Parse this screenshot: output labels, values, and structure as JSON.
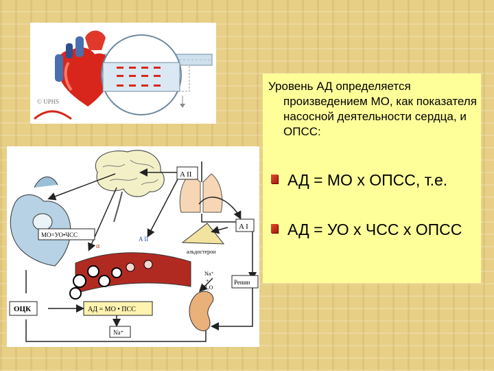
{
  "heart_panel": {
    "copyright": "© UPHS"
  },
  "text_panel": {
    "intro": "Уровень АД определяется произведением МО, как показателя насосной деятельности сердца, и ОПСС:",
    "formula1": "АД = МО х ОПСС, т.е.",
    "formula2": "АД = УО х ЧСС х ОПСС"
  },
  "diagram": {
    "a2": "A II",
    "a1": "A I",
    "mo_formula": "МО=УО•ЧСС",
    "a2_small": "A II",
    "alpha": "α",
    "aldosterone": "альдостерон",
    "na": "Na⁺",
    "plus": "+",
    "h2o": "H₂O",
    "renin": "Ренин",
    "otsk": "ОЦК",
    "ad_formula": "АД = МО • ПСС",
    "na_bottom": "Na⁺"
  },
  "colors": {
    "background": "#e7cf86",
    "text_panel": "#ffff9a",
    "bullet": "#c0301c"
  }
}
